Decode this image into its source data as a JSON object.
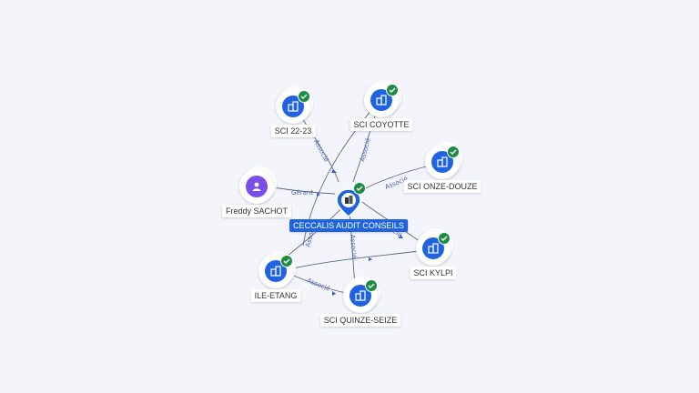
{
  "center": {
    "label": "CECCALIS AUDIT CONSEILS",
    "icon": "building-icon",
    "verified": true
  },
  "nodes": [
    {
      "id": "sci2223",
      "label": "SCI 22-23",
      "icon": "building-icon",
      "verified": true
    },
    {
      "id": "coyotte",
      "label": "SCI COYOTTE",
      "icon": "building-icon",
      "verified": true
    },
    {
      "id": "onzedouze",
      "label": "SCI ONZE-DOUZE",
      "icon": "building-icon",
      "verified": true
    },
    {
      "id": "freddy",
      "label": "Freddy SACHOT",
      "icon": "person-icon",
      "verified": false
    },
    {
      "id": "kylpi",
      "label": "SCI KYLPI",
      "icon": "building-icon",
      "verified": true
    },
    {
      "id": "iletang",
      "label": "ILE-ETANG",
      "icon": "building-icon",
      "verified": true
    },
    {
      "id": "quinzeseize",
      "label": "SCI QUINZE-SEIZE",
      "icon": "building-icon",
      "verified": true
    }
  ],
  "edges": [
    {
      "label": "Associé",
      "from": "sci2223"
    },
    {
      "label": "Associé",
      "from": "coyotte"
    },
    {
      "label": "Associé",
      "from": "onzedouze"
    },
    {
      "label": "Gérant",
      "from": "freddy"
    },
    {
      "label": "Associé",
      "from": "kylpi"
    },
    {
      "label": "Associé",
      "from": "iletang"
    },
    {
      "label": "Associé",
      "from": "quinzeseize"
    }
  ],
  "colors": {
    "accent": "#1f63e0",
    "person": "#7b4fe6",
    "verified": "#1c8c45",
    "edge_label": "#4a63b8"
  }
}
